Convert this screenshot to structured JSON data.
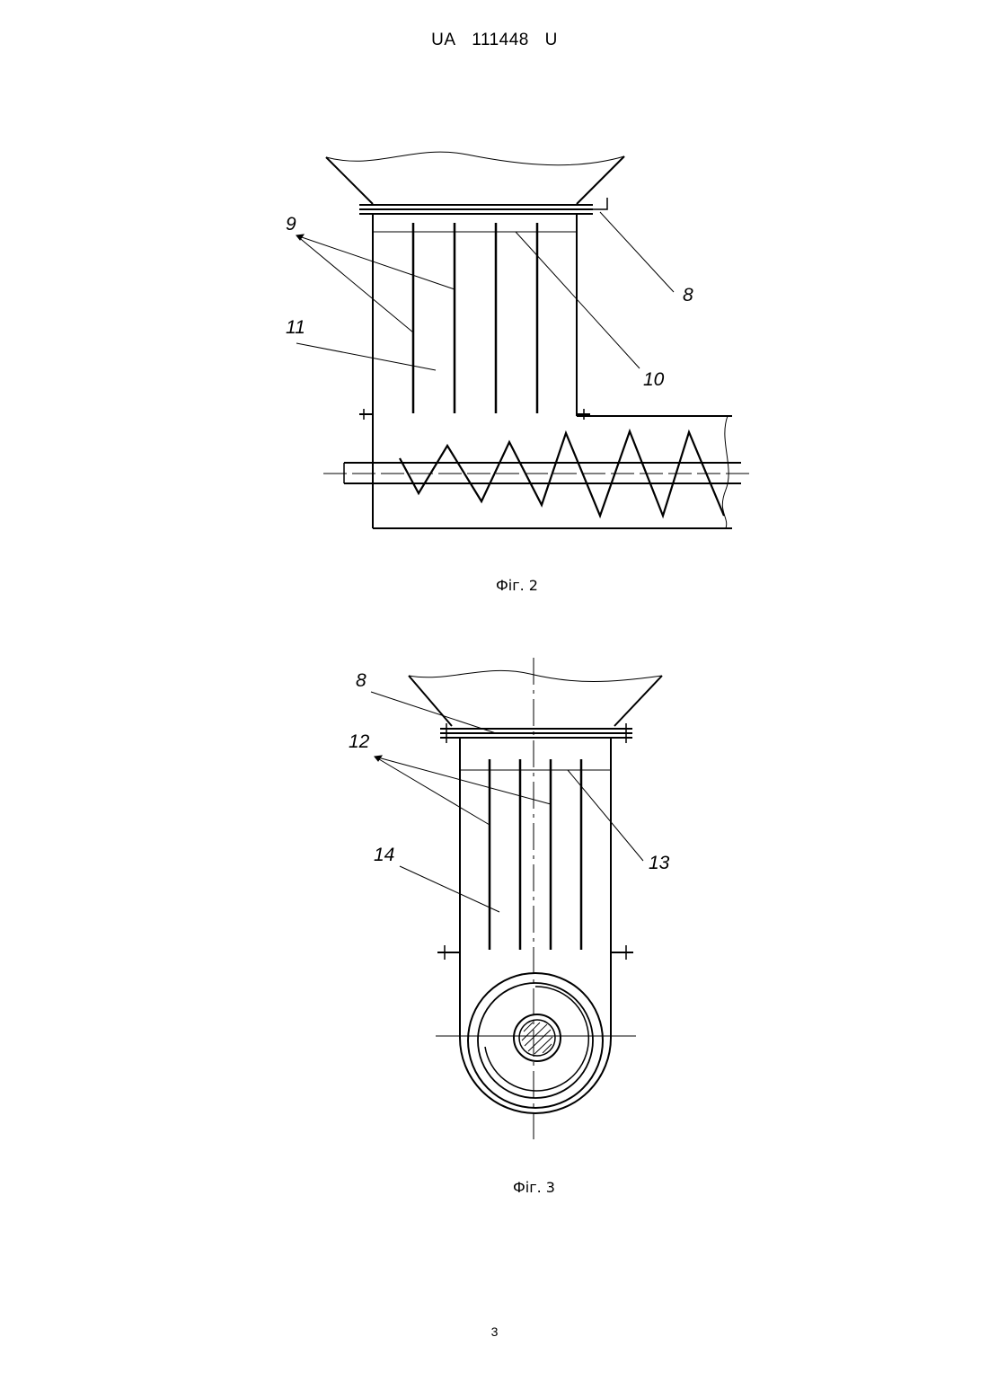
{
  "header": {
    "country": "UA",
    "number": "111448",
    "kind": "U"
  },
  "figures": [
    {
      "caption": "Фіг. 2",
      "labels": {
        "l9": "9",
        "l8": "8",
        "l11": "11",
        "l10": "10"
      }
    },
    {
      "caption": "Фіг. 3",
      "labels": {
        "l8": "8",
        "l12": "12",
        "l14": "14",
        "l13": "13"
      }
    }
  ],
  "page_number": "3"
}
